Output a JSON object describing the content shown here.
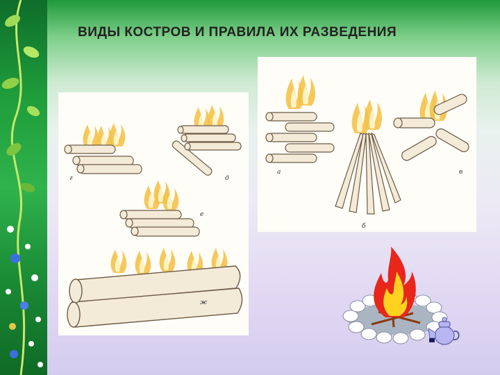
{
  "slide": {
    "title": "ВИДЫ КОСТРОВ И ПРАВИЛА ИХ РАЗВЕДЕНИЯ"
  },
  "left_panel": {
    "labels": {
      "g": "г",
      "d": "д",
      "e": "е",
      "zh": "ж"
    }
  },
  "right_panel": {
    "labels": {
      "a": "а",
      "b": "б",
      "v": "в"
    }
  },
  "colors": {
    "log_fill": "#f3ead8",
    "log_stroke": "#6b5a45",
    "flame_outer": "#f5c24a",
    "flame_inner": "#fff3c4",
    "campfire_red": "#e8261a",
    "campfire_yellow": "#ffd21f",
    "stone_fill": "#ffffff",
    "teapot_fill": "#b7b6f2"
  }
}
